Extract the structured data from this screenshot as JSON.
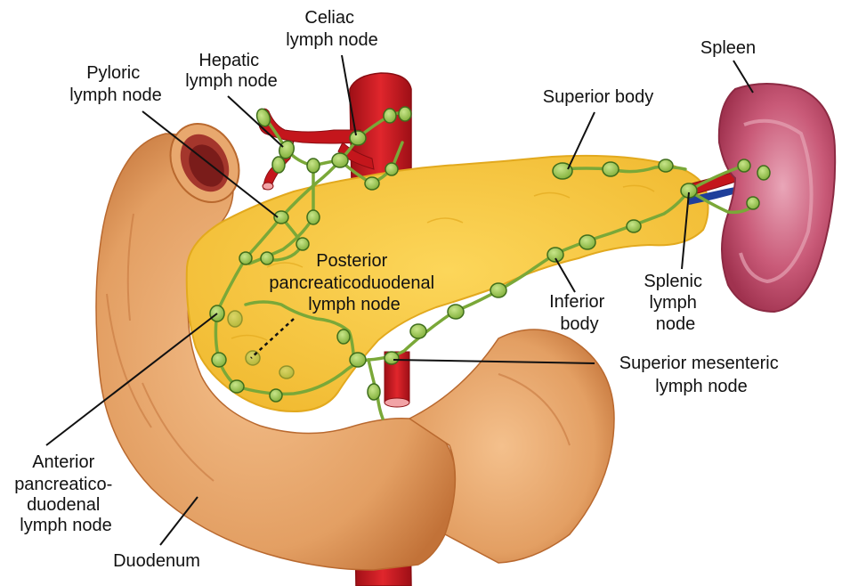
{
  "labels": {
    "celiac": [
      "Celiac",
      "lymph node"
    ],
    "hepatic": [
      "Hepatic",
      "lymph node"
    ],
    "pyloric": [
      "Pyloric",
      "lymph node"
    ],
    "spleen": "Spleen",
    "superior_body": "Superior body",
    "posterior": [
      "Posterior",
      "pancreaticoduodenal",
      "lymph node"
    ],
    "inferior_body": [
      "Inferior",
      "body"
    ],
    "splenic": [
      "Splenic",
      "lymph",
      "node"
    ],
    "superior_mesenteric": [
      "Superior mesenteric",
      "lymph node"
    ],
    "anterior": [
      "Anterior",
      "pancreatico-",
      "duodenal",
      "lymph node"
    ],
    "duodenum": "Duodenum"
  },
  "colors": {
    "pancreas": "#f7c63c",
    "pancreas_edge": "#e2a91e",
    "duodenum": "#e8a86e",
    "duodenum_shade": "#c7783f",
    "artery": "#c4161c",
    "vein": "#1f3f9a",
    "spleen": "#b8425e",
    "spleen_light": "#e6a2b4",
    "node": "#93c24a",
    "lymph_vessel": "#7aa838"
  }
}
